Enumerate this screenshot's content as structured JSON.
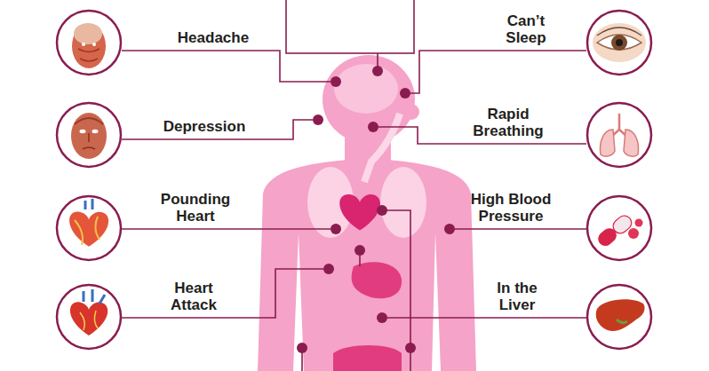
{
  "diagram": {
    "labels": [
      "Headache",
      "Can’t Sleep",
      "Depression",
      "Rapid Breathing",
      "Pounding Heart",
      "High Blood Pressure",
      "Heart Attack",
      "In the Liver"
    ]
  }
}
